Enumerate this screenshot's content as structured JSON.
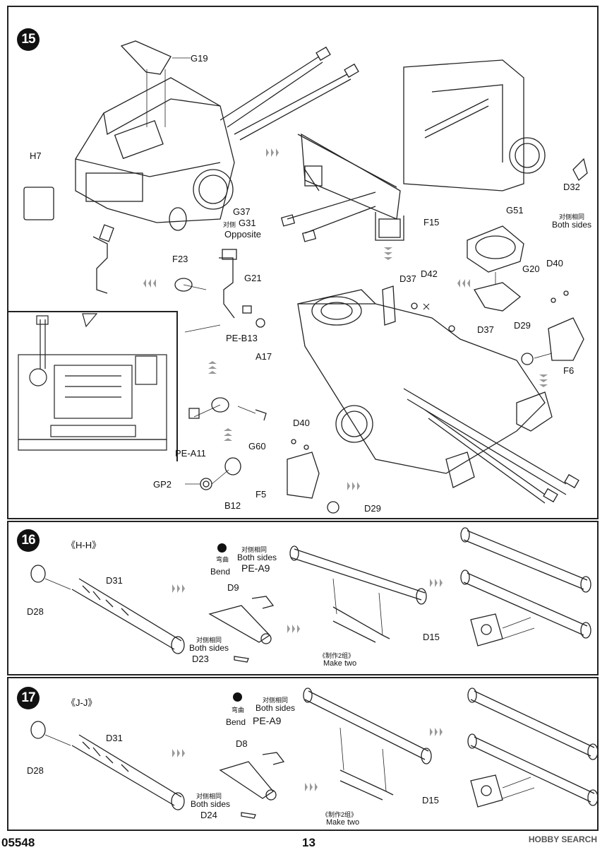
{
  "step15": {
    "number": "15",
    "labels": {
      "g19": "G19",
      "h7": "H7",
      "g37": "G37",
      "g31": "G31",
      "opposite": "Opposite",
      "f23": "F23",
      "g21": "G21",
      "peb13": "PE-B13",
      "a17": "A17",
      "pea11": "PE-A11",
      "g60": "G60",
      "gp2": "GP2",
      "b12": "B12",
      "f15": "F15",
      "d32": "D32",
      "both_sides": "Both sides",
      "g51": "G51",
      "g20": "G20",
      "d40a": "D40",
      "d37a": "D37",
      "d42": "D42",
      "d37b": "D37",
      "d29a": "D29",
      "f6": "F6",
      "d40b": "D40",
      "f5": "F5",
      "d29b": "D29"
    },
    "zh_opposite": "对侧",
    "zh_both_sides": "对侧相同"
  },
  "step16": {
    "number": "16",
    "section": "《H-H》",
    "labels": {
      "d28": "D28",
      "d31": "D31",
      "bend": "Bend",
      "zh_bend": "弯曲",
      "zh_both_sides_a": "对侧相同",
      "both_sides_a": "Both sides",
      "pea9": "PE-A9",
      "d9": "D9",
      "zh_both_sides_b": "对侧相同",
      "both_sides_b": "Both sides",
      "d23": "D23",
      "zh_make_two": "《制作2组》",
      "make_two": "Make two",
      "d15": "D15"
    }
  },
  "step17": {
    "number": "17",
    "section": "《J-J》",
    "labels": {
      "d28": "D28",
      "d31": "D31",
      "bend": "Bend",
      "zh_bend": "弯曲",
      "zh_both_sides_a": "对侧相同",
      "both_sides_a": "Both sides",
      "pea9": "PE-A9",
      "d8": "D8",
      "zh_both_sides_b": "对侧相同",
      "both_sides_b": "Both sides",
      "d24": "D24",
      "zh_make_two": "《制作2组》",
      "make_two": "Make two",
      "d15": "D15"
    }
  },
  "footer": {
    "product_code": "05548",
    "page_number": "13",
    "watermark": "HOBBY SEARCH"
  }
}
